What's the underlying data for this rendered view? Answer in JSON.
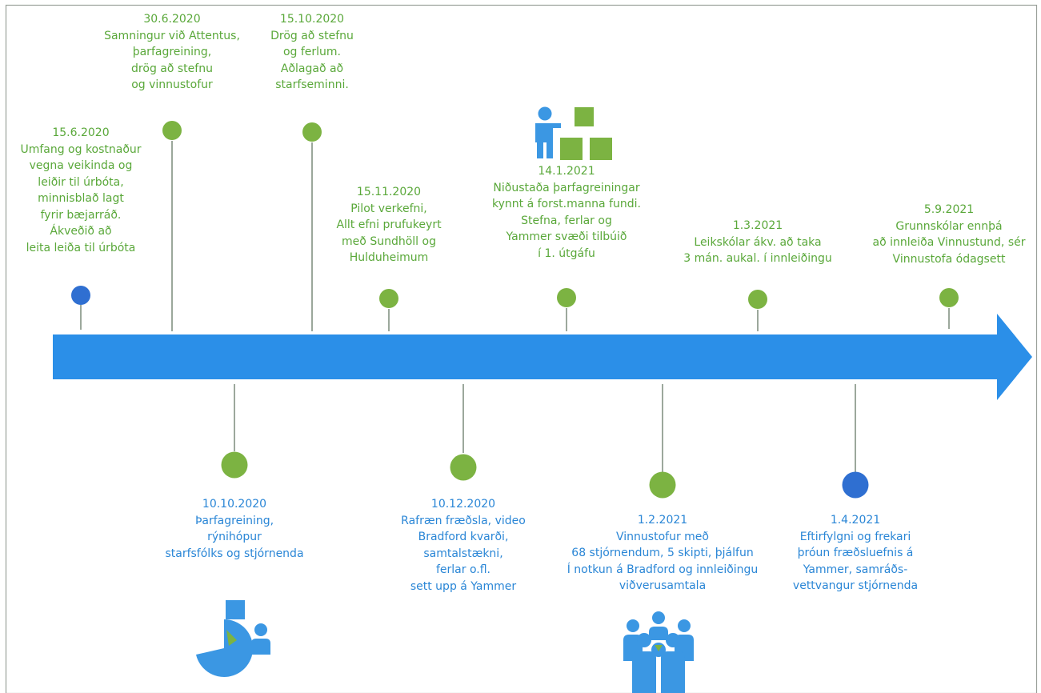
{
  "colors": {
    "arrow": "#2b8fe8",
    "top_text": "#5aa83a",
    "bottom_text": "#2a86d6",
    "green_dot": "#7cb342",
    "blue_dot": "#2f6fd1",
    "stem": "#7a8a7a",
    "icon_blue": "#3b97e3",
    "icon_green": "#7cb342",
    "frame": "#9aa09a"
  },
  "events": [
    {
      "date": "15.6.2020",
      "lines": [
        "Umfang og kostnaður",
        "vegna veikinda og",
        "leiðir til úrbóta,",
        "minnisblað lagt",
        "fyrir bæjarráð.",
        "Ákveðið að",
        "leita leiða til úrbóta"
      ],
      "side": "top",
      "dot": "blue",
      "dot_size": "small"
    },
    {
      "date": "30.6.2020",
      "lines": [
        "Samningur við Attentus,",
        "þarfagreining,",
        "drög að stefnu",
        "og vinnustofur"
      ],
      "side": "top",
      "dot": "green",
      "dot_size": "small"
    },
    {
      "date": "15.10.2020",
      "lines": [
        "Drög að stefnu",
        "og ferlum.",
        "Aðlagað að",
        "starfseminni."
      ],
      "side": "top",
      "dot": "green",
      "dot_size": "small"
    },
    {
      "date": "15.11.2020",
      "lines": [
        "Pilot verkefni,",
        "Allt efni prufukeyrt",
        "með Sundhöll og",
        "Hulduheimum"
      ],
      "side": "top",
      "dot": "green",
      "dot_size": "small"
    },
    {
      "date": "14.1.2021",
      "lines": [
        "Niðustaða þarfagreiningar",
        "kynnt á forst.manna fundi.",
        "Stefna, ferlar og",
        "Yammer svæði tilbúið",
        "í 1. útgáfu"
      ],
      "side": "top",
      "dot": "green",
      "dot_size": "small"
    },
    {
      "date": "1.3.2021",
      "lines": [
        "Leikskólar ákv. að taka",
        "3 mán. aukal. í innleiðingu"
      ],
      "side": "top",
      "dot": "green",
      "dot_size": "small"
    },
    {
      "date": "5.9.2021",
      "lines": [
        "Grunnskólar ennþá",
        "að innleiða Vinnustund, sér",
        "Vinnustofa ódagsett"
      ],
      "side": "top",
      "dot": "green",
      "dot_size": "small"
    },
    {
      "date": "10.10.2020",
      "lines": [
        "Þarfagreining,",
        "rýnihópur",
        "starfsfólks og stjórnenda"
      ],
      "side": "bottom",
      "dot": "green",
      "dot_size": "large"
    },
    {
      "date": "10.12.2020",
      "lines": [
        "Rafræn fræðsla, video",
        "Bradford kvarði,",
        "samtalstækni,",
        "ferlar o.fl.",
        "sett upp á Yammer"
      ],
      "side": "bottom",
      "dot": "green",
      "dot_size": "large"
    },
    {
      "date": "1.2.2021",
      "lines": [
        "Vinnustofur með",
        "68 stjórnendum, 5 skipti, þjálfun",
        "Í notkun á Bradford og innleiðingu",
        "viðverusamtala"
      ],
      "side": "bottom",
      "dot": "green",
      "dot_size": "large"
    },
    {
      "date": "1.4.2021",
      "lines": [
        "Eftirfylgni og frekari",
        "þróun fræðsluefnis á",
        "Yammer, samráðs-",
        "vettvangur stjórnenda"
      ],
      "side": "bottom",
      "dot": "blue",
      "dot_size": "large"
    }
  ],
  "icons": [
    "presenter-boxes-icon",
    "pie-chart-person-icon",
    "team-group-icon"
  ]
}
